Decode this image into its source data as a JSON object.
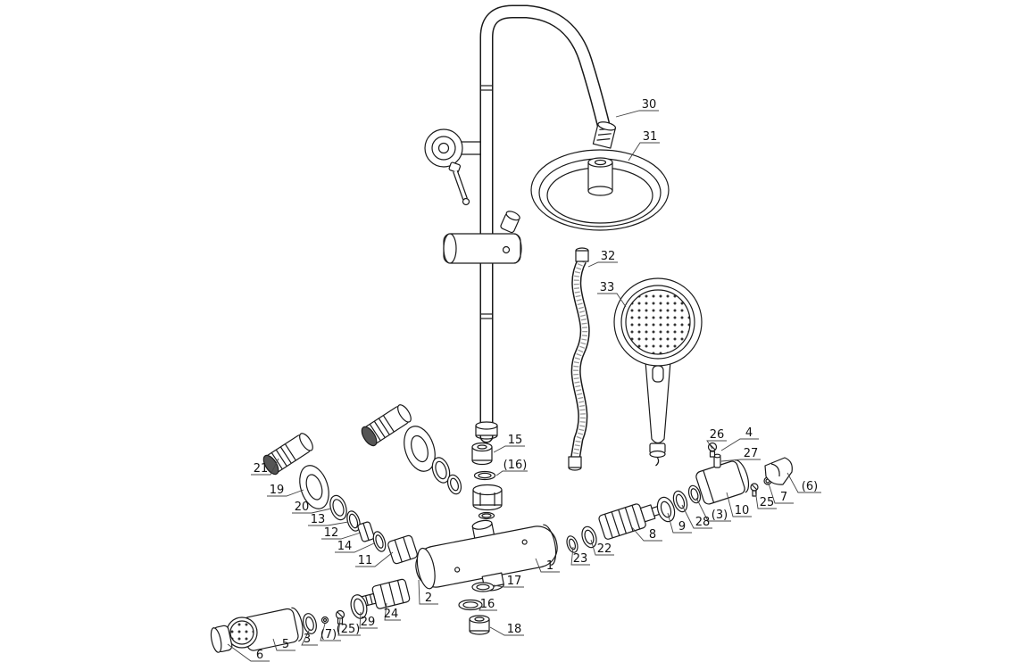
{
  "figure": {
    "background": "#ffffff",
    "line_color": "#1a1a1a",
    "shaded_part_color": "#555555"
  },
  "callouts": {
    "1": "1",
    "2": "2",
    "3": "3",
    "4": "4",
    "5": "5",
    "6": "6",
    "7": "7",
    "8": "8",
    "9": "9",
    "10": "10",
    "11": "11",
    "12": "12",
    "13": "13",
    "14": "14",
    "15": "15",
    "16": "16",
    "17": "17",
    "18": "18",
    "19": "19",
    "20": "20",
    "21": "21",
    "22": "22",
    "23": "23",
    "24": "24",
    "25": "25",
    "26": "26",
    "27": "27",
    "28": "28",
    "29": "29",
    "30": "30",
    "31": "31",
    "32": "32",
    "33": "33",
    "p3": "(3)",
    "p6": "(6)",
    "p7": "(7)",
    "p16": "(16)",
    "p25": "(25)"
  }
}
